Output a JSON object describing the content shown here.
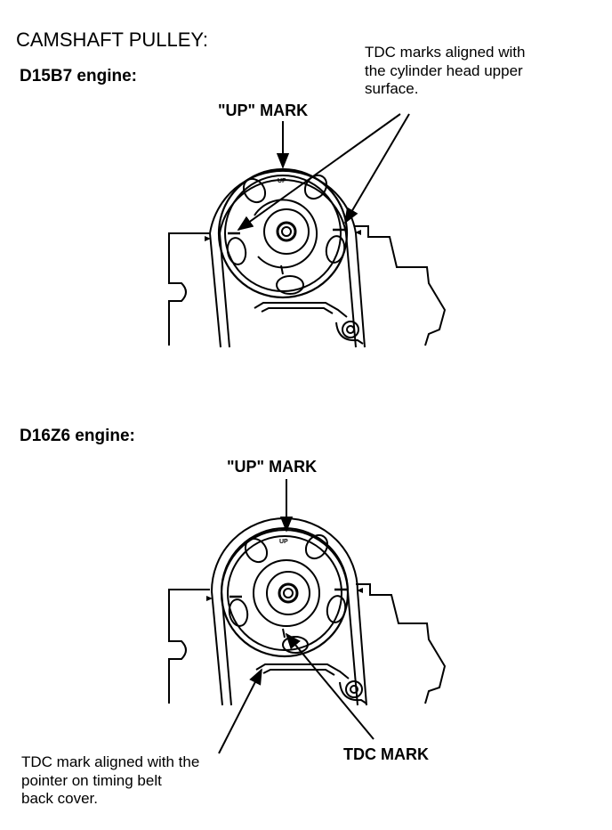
{
  "title": "CAMSHAFT PULLEY:",
  "d15b7": {
    "engine_label": "D15B7 engine:",
    "up_mark_label": "\"UP\" MARK",
    "tdc_note_lines": [
      "TDC marks aligned with",
      "the cylinder head upper",
      "surface."
    ],
    "pulley_up_text": "UP"
  },
  "d16z6": {
    "engine_label": "D16Z6 engine:",
    "up_mark_label": "\"UP\" MARK",
    "pointer_note_lines": [
      "TDC mark aligned with the",
      "pointer on timing belt",
      "back cover."
    ],
    "tdc_mark_label": "TDC MARK",
    "pulley_up_text": "UP"
  }
}
